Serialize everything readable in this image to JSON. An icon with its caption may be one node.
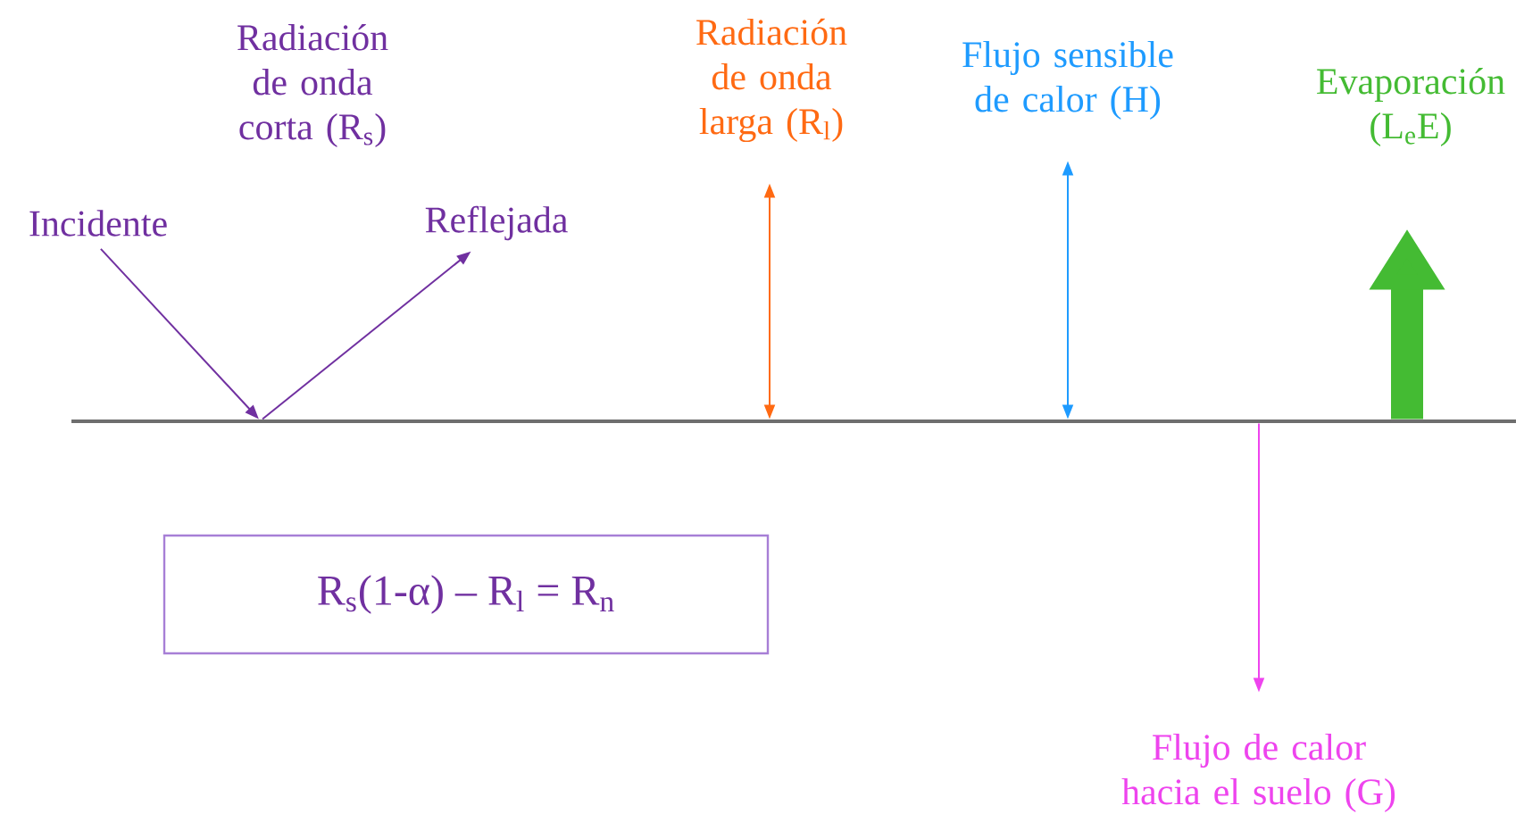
{
  "diagram": {
    "nodes": [
      {
        "text": [
          "Incidente"
        ]
      },
      {
        "text": [
          "Reflejada"
        ]
      },
      {
        "text": [
          "Radiación de onda larga (R$_{l}$)"
        ]
      },
      {
        "text": [
          "Flujo sensible de calor (H)"
        ]
      },
      {
        "text": [
          "Evaporación (L$_{e}$E)"
        ]
      },
      {
        "text": [],
        "shape": "bar"
      },
      {
        "text": [
          "R$_{s}$(1-α) – R$_{l}$ = R$_{n}$"
        ]
      },
      {
        "text": [
          "Flujo de calor hacia el suelo (G)"
        ]
      }
    ],
    "edges": [
      {
        "from": 0,
        "to": 5,
        "arrow": "to",
        "color": "#7030a0"
      },
      {
        "from": 5,
        "to": 1,
        "arrow": "to",
        "color": "#7030a0"
      },
      {
        "from": 2,
        "to": 5,
        "arrow": "both",
        "color": "#ff6a13"
      },
      {
        "from": 3,
        "to": 5,
        "arrow": "both",
        "color": "#1e9bff"
      },
      {
        "from": 5,
        "to": 4,
        "arrow": "to",
        "style": "thick",
        "color": "#44bb33"
      },
      {
        "from": 5,
        "to": 7,
        "arrow": "to",
        "color": "#ee44ee"
      }
    ],
    "labels": [
      "Radiación de onda corta (R$_{s}$)"
    ]
  }
}
